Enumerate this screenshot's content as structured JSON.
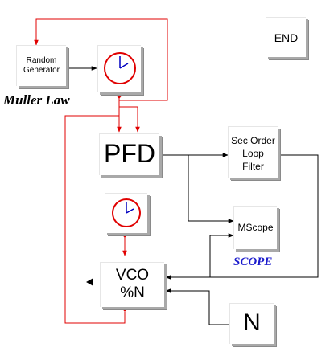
{
  "blocks": {
    "random_generator": {
      "line1": "Random",
      "line2": "Generator"
    },
    "clock_top": {
      "icon": "clock-icon"
    },
    "pfd": {
      "label": "PFD"
    },
    "loop_filter": {
      "line1": "Sec Order",
      "line2": "Loop",
      "line3": "Filter"
    },
    "clock_mid": {
      "icon": "clock-icon"
    },
    "mscope": {
      "label": "MScope"
    },
    "vco": {
      "line1": "VCO",
      "line2": "%N"
    },
    "n": {
      "label": "N"
    },
    "end": {
      "label": "END"
    }
  },
  "captions": {
    "muller_law": "Muller Law",
    "scope": "SCOPE"
  },
  "colors": {
    "activation_link": "#e00000",
    "regular_link": "#000000",
    "clock_face": "#e00000",
    "clock_hands": "#0000c0",
    "scope_caption": "#1a1acc",
    "muller_caption": "#000000"
  }
}
